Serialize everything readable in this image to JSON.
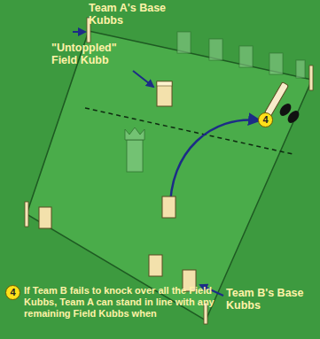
{
  "diagram": {
    "nodes": [
      {
        "text": [
          "4"
        ]
      },
      {
        "text": [
          "4"
        ]
      }
    ],
    "labels": [
      "Team A's Base Kubbs",
      "\"Untoppled\" Field Kubb",
      "If Team B fails to knock over all the Field Kubbs, Team A can stand in line with any remaining Field Kubbs when",
      "Team B's Base Kubbs"
    ]
  }
}
